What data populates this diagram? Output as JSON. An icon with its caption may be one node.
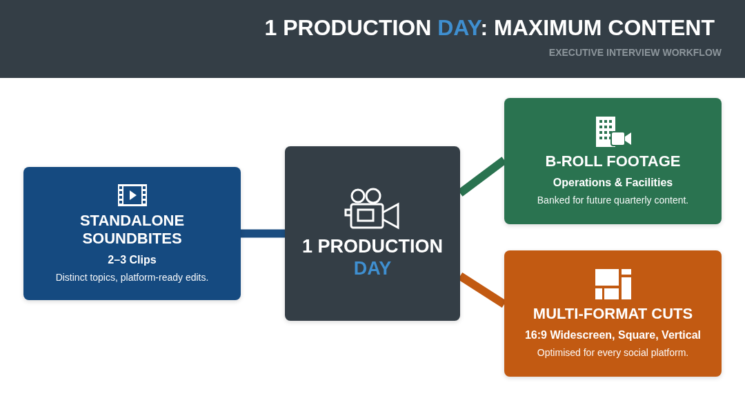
{
  "diagram": {
    "title": "1 PRODUCTION *DAY*: MAXIMUM CONTENT",
    "nodes": [
      {
        "text": [
          "STANDALONE SOUNDBITES",
          "2–3 Clips",
          "Distinct topics, platform-ready edits."
        ]
      },
      {
        "text": [
          "1 PRODUCTION *DAY*"
        ]
      },
      {
        "text": [
          "B-ROLL FOOTAGE",
          "Operations & Facilities",
          "Banked for future quarterly content."
        ]
      },
      {
        "text": [
          "MULTI-FORMAT CUTS",
          "16:9 Widescreen, Square, Vertical",
          "Optimised for every social platform."
        ]
      }
    ],
    "edges": [
      {
        "from": 1,
        "to": 0,
        "arrow": "none",
        "color": "#1b4d80"
      },
      {
        "from": 1,
        "to": 2,
        "arrow": "none",
        "color": "#2a7350"
      },
      {
        "from": 1,
        "to": 3,
        "arrow": "none",
        "color": "#c25a12"
      }
    ],
    "labels": [
      "EXECUTIVE INTERVIEW WORKFLOW"
    ]
  }
}
